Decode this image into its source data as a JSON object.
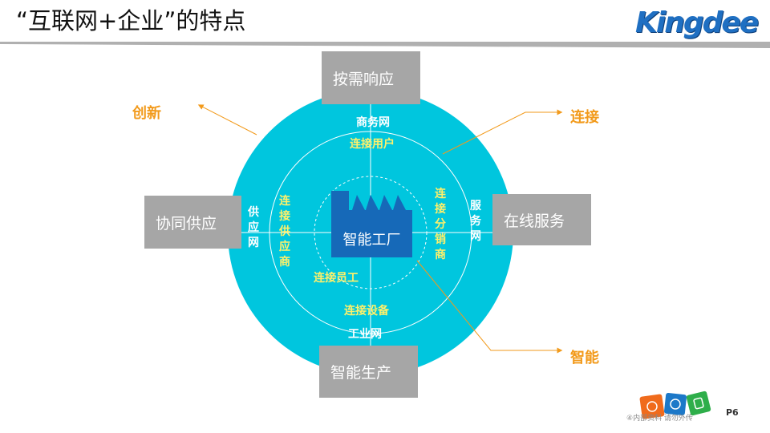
{
  "header": {
    "title": "“互联网+企业”的特点",
    "logo_text": "Kingdee",
    "bar_color": "#b0b0b0"
  },
  "diagram": {
    "center": {
      "label": "智能工厂",
      "icon": "factory-icon"
    },
    "boxes": {
      "top": "按需响应",
      "left": "协同供应",
      "right": "在线服务",
      "bottom": "智能生产"
    },
    "networks": {
      "top": "商务网",
      "left": "供应网",
      "right": "服务网",
      "bottom": "工业网"
    },
    "connections": {
      "top": "连接用户",
      "left": "连接供应商",
      "right": "连接分销商",
      "bottom_inner": "连接员工",
      "bottom_outer": "连接设备"
    },
    "features": {
      "top_left": "创新",
      "top_right": "连接",
      "bottom_right": "智能"
    }
  },
  "colors": {
    "circle": "#00c6de",
    "box": "#a6a6a6",
    "factory": "#1669b8",
    "accent": "#f29a1b",
    "connection_text": "#fff06a"
  },
  "footer": {
    "page": "P6",
    "note": "④内部资料 请勿外传"
  }
}
